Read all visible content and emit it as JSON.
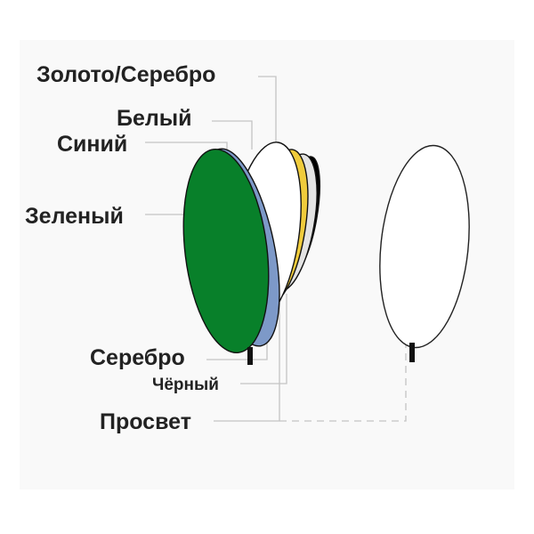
{
  "labels": {
    "gold_silver": "Золото/Серебро",
    "white": "Белый",
    "blue": "Синий",
    "green": "Зеленый",
    "silver": "Серебро",
    "black": "Чёрный",
    "translucent": "Просвет"
  },
  "colors": {
    "background": "#f9f9f9",
    "green": "#08802a",
    "blue": "#7d99c8",
    "gold": "#f0cc3c",
    "white": "#ffffff",
    "silver": "#e3e3e3",
    "black": "#000000",
    "outline": "#111111",
    "leader": "#c4c4c4",
    "label_text": "#222222"
  }
}
